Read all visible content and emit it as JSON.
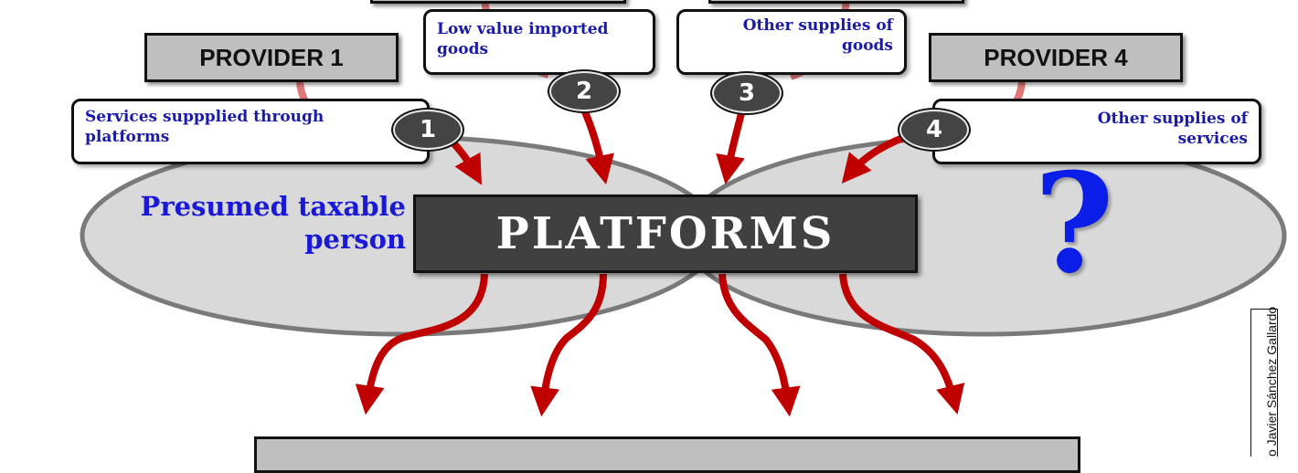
{
  "providers": {
    "p1": "PROVIDER 1",
    "p4": "PROVIDER 4"
  },
  "supplies": {
    "s1": "Services suppplied through platforms",
    "s2": "Low value imported goods",
    "s3": "Other supplies of goods",
    "s4": "Other supplies of services"
  },
  "badges": [
    "1",
    "2",
    "3",
    "4"
  ],
  "center": {
    "title": "PLATFORMS",
    "left_label": "Presumed taxable person",
    "right_label": "?"
  },
  "credit": "o Javier Sánchez Gallardo",
  "colors": {
    "arrow_red": "#c00000",
    "arrow_light": "#e07878",
    "text_blue": "#1a1aa8",
    "platform_fill": "#404040",
    "ellipse_fill": "#d9d9d9"
  }
}
